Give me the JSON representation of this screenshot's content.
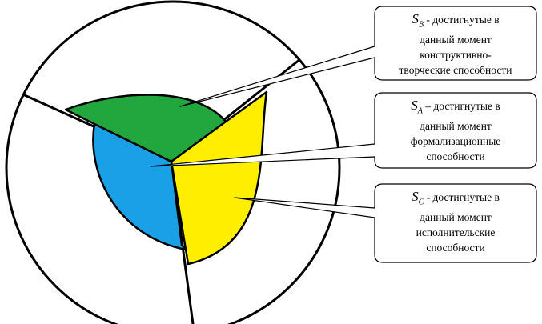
{
  "colors": {
    "green": "#22a63e",
    "blue": "#1aa0e6",
    "yellow": "#ffee00",
    "outline": "#000000",
    "background": "#ffffff"
  },
  "callouts": [
    {
      "symbol": "S",
      "subscript": "B",
      "lines": [
        "- достигнутые в",
        "данный момент",
        "конструктивно-",
        "творческие способности"
      ],
      "color": "#22a63e"
    },
    {
      "symbol": "S",
      "subscript": "A",
      "lines": [
        "– достигнутые в",
        "данный момент",
        "формализационные",
        "способности"
      ],
      "color": "#1aa0e6"
    },
    {
      "symbol": "S",
      "subscript": "C",
      "lines": [
        "- достигнутые в",
        "данный момент",
        "исполнительские",
        "способности"
      ],
      "color": "#ffee00"
    }
  ]
}
